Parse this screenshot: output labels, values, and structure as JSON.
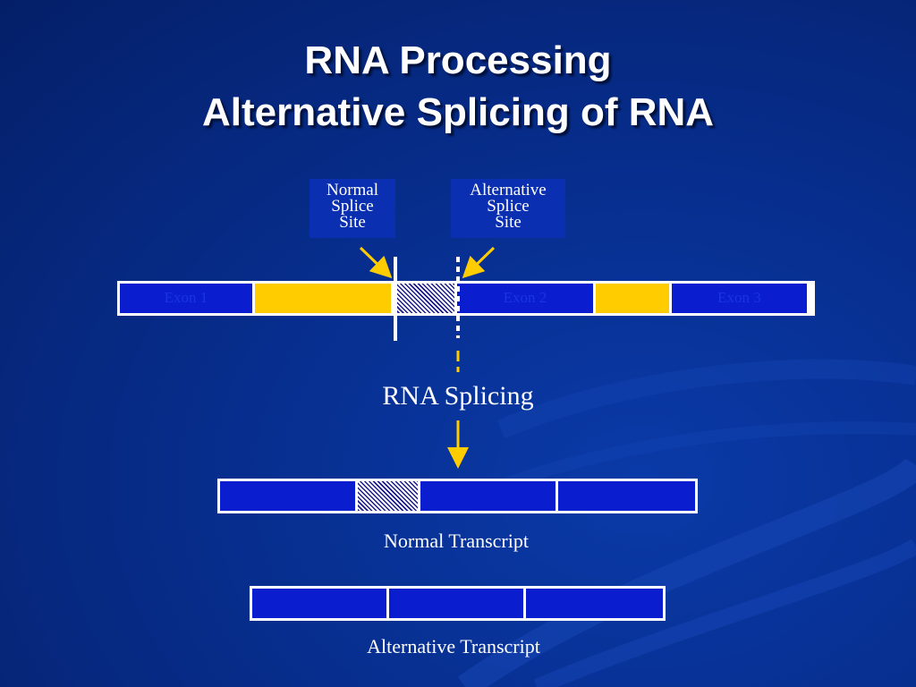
{
  "title": {
    "line1": "RNA Processing",
    "line2": "Alternative Splicing of RNA"
  },
  "callouts": {
    "normal_site": [
      "Normal",
      "Splice",
      "Site"
    ],
    "alternative_site": [
      "Alternative",
      "Splice",
      "Site"
    ]
  },
  "gene": {
    "exon1": "Exon 1",
    "exon2": "Exon 2",
    "exon3": "Exon 3"
  },
  "process_label": "RNA Splicing",
  "normal_transcript_label": "Normal Transcript",
  "alternative_transcript_label": "Alternative Transcript",
  "colors": {
    "exon": "#0a1ecf",
    "intron": "#ffcc00",
    "arrow": "#ffcc00",
    "background": "#072e8e"
  }
}
